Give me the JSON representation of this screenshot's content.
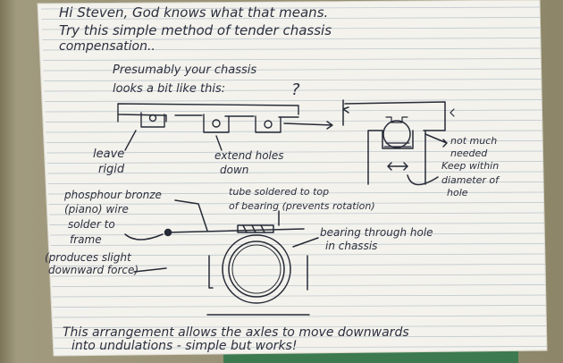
{
  "note": {
    "greeting_line1": "Hi Steven, God knows what that means.",
    "greeting_line2": "Try this simple method of tender chassis",
    "greeting_line3": "compensation.."
  },
  "sketch_top": {
    "presumably_line1": "Presumably your chassis",
    "presumably_line2": "looks a bit like this:",
    "question_mark": "?",
    "leave_rigid_line1": "leave",
    "leave_rigid_line2": "rigid",
    "extend_holes_line1": "extend holes",
    "extend_holes_line2": "down",
    "not_much_needed_line1": "not much",
    "not_much_needed_line2": "needed",
    "keep_within_line1": "Keep within",
    "keep_within_line2": "diameter of",
    "keep_within_line3": "hole"
  },
  "sketch_bottom": {
    "phosphor_line1": "phosphour bronze",
    "phosphor_line2": "(piano) wire",
    "solder_line1": "solder to",
    "solder_line2": "frame",
    "tube_line1": "tube soldered to top",
    "tube_line2": "of bearing (prevents rotation)",
    "bearing_line1": "bearing through hole",
    "bearing_line2": "in chassis",
    "produces_line1": "(produces slight",
    "produces_line2": "downward force)"
  },
  "footer": {
    "line1": "This arrangement allows the axles to move downwards",
    "line2": "into undulations - simple but works!"
  },
  "colors": {
    "paper": "#f3f2ec",
    "rule_line": "#b9c3cc",
    "ink": "#262a36",
    "wood": "#8d8668",
    "green_strip": "#3d7a4f"
  }
}
